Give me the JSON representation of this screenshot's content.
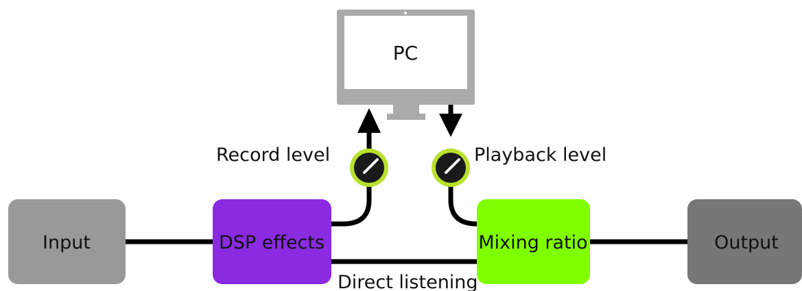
{
  "nodes": {
    "input": {
      "label": "Input",
      "color": "#999999"
    },
    "dsp": {
      "label": "DSP effects",
      "color": "#8a2be2"
    },
    "mixing": {
      "label": "Mixing ratio",
      "color": "#80ff00"
    },
    "output": {
      "label": "Output",
      "color": "#777777"
    },
    "pc": {
      "label": "PC",
      "color": "#aaaaaa"
    }
  },
  "knobs": {
    "record": {
      "label": "Record level",
      "ring_color": "#b9e02c",
      "body_color": "#1a1a1a"
    },
    "playback": {
      "label": "Playback level",
      "ring_color": "#b9e02c",
      "body_color": "#1a1a1a"
    }
  },
  "edges": {
    "direct": {
      "label": "Direct listening"
    }
  }
}
